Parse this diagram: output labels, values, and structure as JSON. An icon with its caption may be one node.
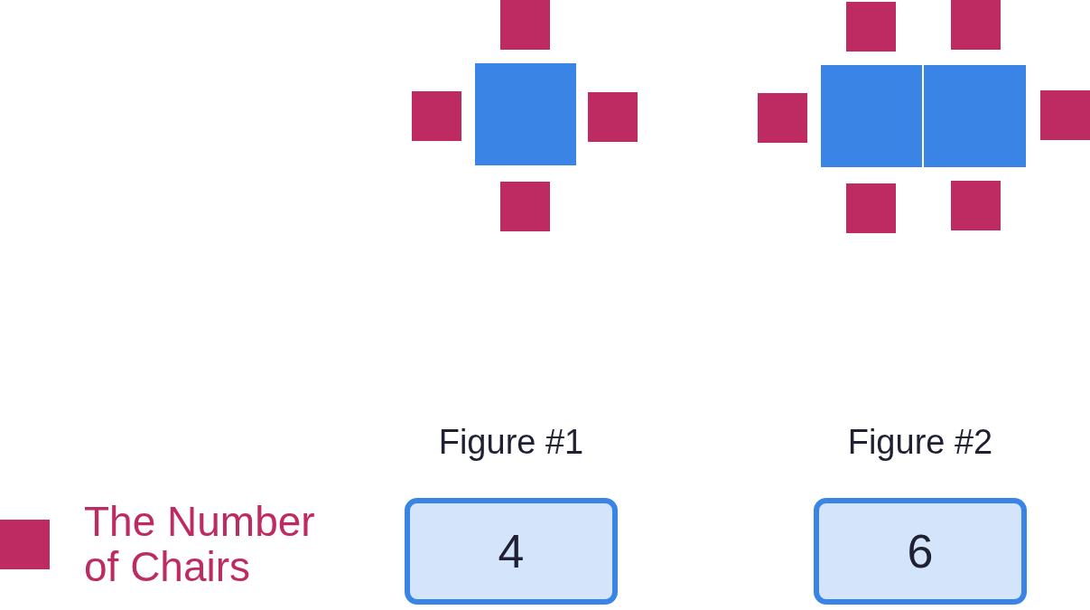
{
  "diagram": {
    "nodes": [
      {
        "text": [
          "Figure #1",
          "4"
        ]
      },
      {
        "text": [
          "Figure #2",
          "6"
        ]
      }
    ],
    "legend": [
      {
        "text": "The Number of Chairs",
        "color": "#be2a62"
      }
    ]
  }
}
